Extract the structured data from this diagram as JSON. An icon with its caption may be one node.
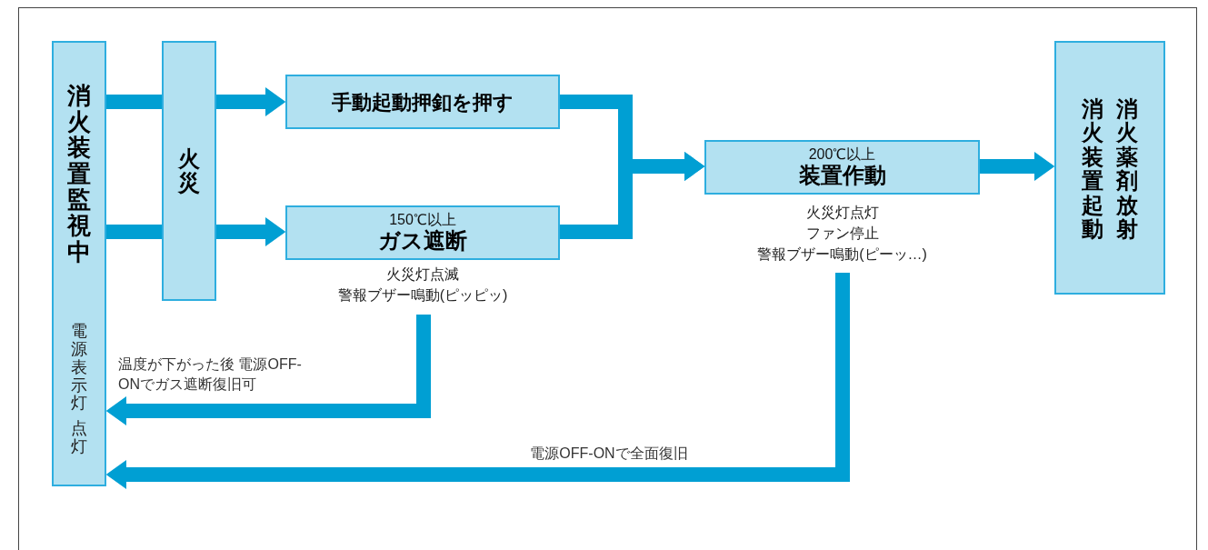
{
  "diagram": {
    "nodes": [
      {
        "text": [
          "消火装置監視中",
          "電源表示灯",
          "点灯"
        ]
      },
      {
        "text": [
          "火災"
        ]
      },
      {
        "text": [
          "手動起動押釦を押す"
        ]
      },
      {
        "text": [
          "150℃以上",
          "ガス遮断"
        ],
        "beside": [
          "火災灯点滅",
          "警報ブザー鳴動(ピッピッ)"
        ]
      },
      {
        "text": [
          "200℃以上",
          "装置作動"
        ],
        "beside": [
          "火災灯点灯",
          "ファン停止",
          "警報ブザー鳴動(ピーッ…)"
        ]
      },
      {
        "text": [
          "消火装置起動",
          "消火薬剤放射"
        ]
      }
    ],
    "edges": [
      {
        "from": 0,
        "to": 1,
        "arrow": "none"
      },
      {
        "from": 0,
        "to": 1,
        "arrow": "none"
      },
      {
        "from": 1,
        "to": 2,
        "arrow": "to"
      },
      {
        "from": 1,
        "to": 3,
        "arrow": "to"
      },
      {
        "from": 2,
        "to": 4,
        "arrow": "to"
      },
      {
        "from": 3,
        "to": 4,
        "arrow": "to"
      },
      {
        "from": 4,
        "to": 5,
        "arrow": "to"
      },
      {
        "from": 3,
        "to": 0,
        "arrow": "to",
        "label": "温度が下がった後 電源OFF-ONでガス遮断復旧可"
      },
      {
        "from": 4,
        "to": 0,
        "arrow": "to",
        "label": "電源OFF-ONで全面復旧"
      }
    ]
  }
}
